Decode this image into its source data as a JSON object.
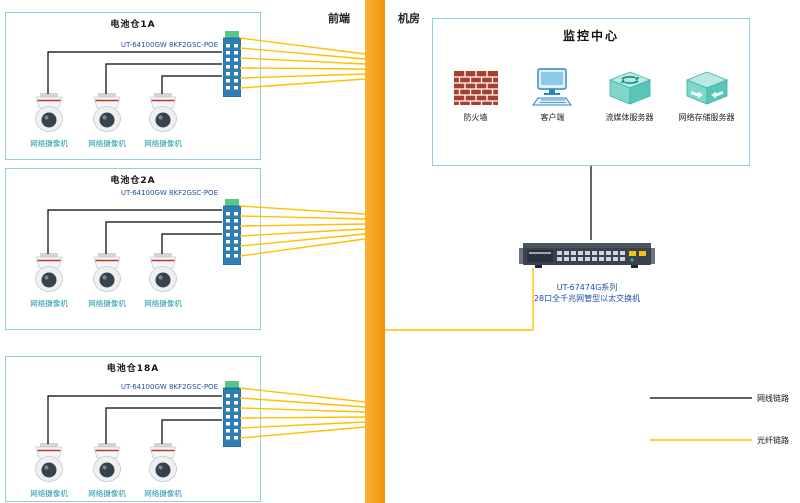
{
  "zones": {
    "front": "前端",
    "room": "机房"
  },
  "groups": [
    {
      "title": "电池仓1A",
      "switch_label": "UT-64100GW 8KF2GSC-POE",
      "switch_icon": "poe-switch-icon",
      "cameras": [
        "网络摄像机",
        "网络摄像机",
        "网络摄像机"
      ]
    },
    {
      "title": "电池仓2A",
      "switch_label": "UT-64100GW 8KF2GSC-POE",
      "switch_icon": "poe-switch-icon",
      "cameras": [
        "网络摄像机",
        "网络摄像机",
        "网络摄像机"
      ]
    },
    {
      "title": "电池仓18A",
      "switch_label": "UT-64100GW 8KF2GSC-POE",
      "switch_icon": "poe-switch-icon",
      "cameras": [
        "网络摄像机",
        "网络摄像机",
        "网络摄像机"
      ]
    }
  ],
  "monitor_center": {
    "title": "监控中心",
    "devices": [
      {
        "label": "防火墙",
        "icon": "firewall-icon"
      },
      {
        "label": "客户端",
        "icon": "client-computer-icon"
      },
      {
        "label": "流媒体服务器",
        "icon": "streaming-media-server-icon"
      },
      {
        "label": "网络存储服务器",
        "icon": "network-storage-server-icon"
      }
    ]
  },
  "core_switch": {
    "series": "UT-67474G系列",
    "description": "28口全千兆网管型以太交换机",
    "icon": "core-switch-icon"
  },
  "legend": [
    {
      "label": "网线链路",
      "color": "#000000",
      "type": "ethernet"
    },
    {
      "label": "光纤链路",
      "color": "#FFC000",
      "type": "fiber"
    }
  ],
  "colors": {
    "zone_bar": "#F49D0B",
    "fiber_link": "#FFC000",
    "ethernet_link": "#000000",
    "box_border": "#8FD0DF",
    "model_text": "#1F4FA0",
    "camera_label_text": "#1596A5"
  }
}
